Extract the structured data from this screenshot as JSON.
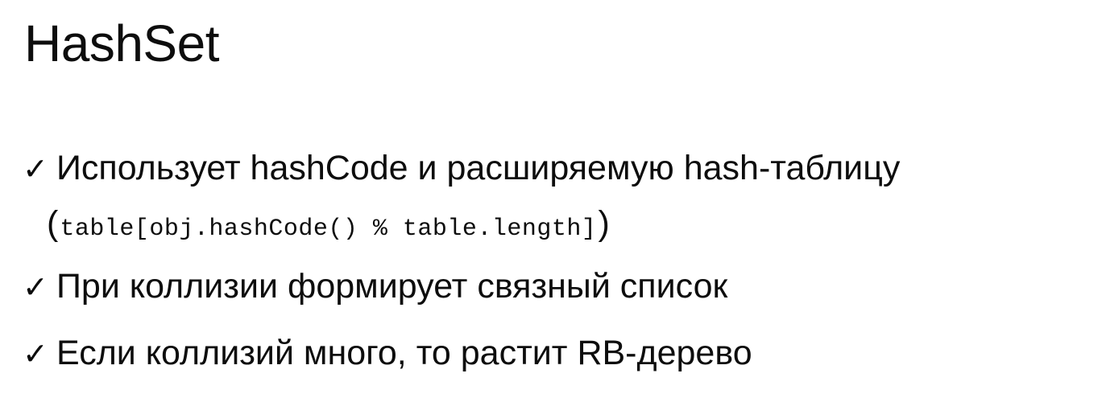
{
  "slide": {
    "title": "HashSet",
    "bullets": [
      {
        "icon": "check-icon",
        "text": "Использует hashCode и расширяемую hash-таблицу",
        "paren_open": "(",
        "code": "table[obj.hashCode() % table.length]",
        "paren_close": ")"
      },
      {
        "icon": "check-icon",
        "text": "При коллизии формирует связный список"
      },
      {
        "icon": "check-icon",
        "text": "Если коллизий много, то растит RB-дерево"
      }
    ]
  }
}
